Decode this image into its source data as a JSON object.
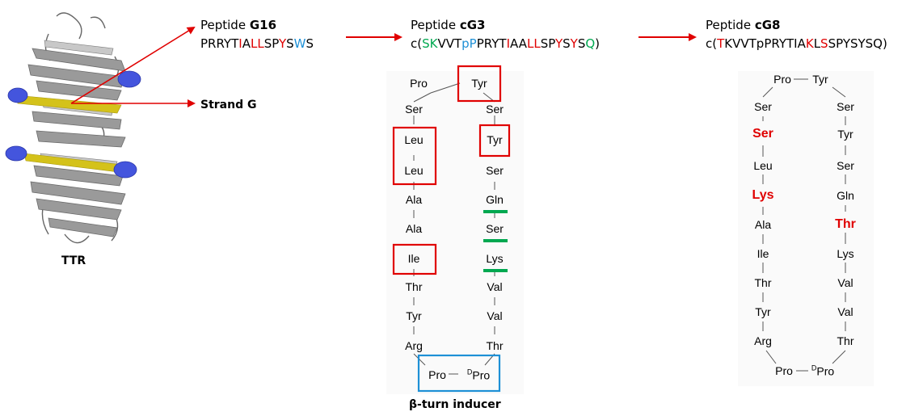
{
  "peptide_g16": {
    "prefix": "Peptide ",
    "name": "G16",
    "sequence": [
      {
        "t": "PRRYT",
        "c": ""
      },
      {
        "t": "I",
        "c": "r"
      },
      {
        "t": "A",
        "c": ""
      },
      {
        "t": "LL",
        "c": "r"
      },
      {
        "t": "SP",
        "c": ""
      },
      {
        "t": "Y",
        "c": "r"
      },
      {
        "t": "S",
        "c": ""
      },
      {
        "t": "W",
        "c": "b"
      },
      {
        "t": "S",
        "c": ""
      }
    ]
  },
  "peptide_cg3": {
    "prefix": "Peptide ",
    "name": "cG3",
    "sequence": [
      {
        "t": "c(",
        "c": ""
      },
      {
        "t": "SK",
        "c": "g"
      },
      {
        "t": "VVT",
        "c": ""
      },
      {
        "t": "pP",
        "c": "b"
      },
      {
        "t": "PRYT",
        "c": ""
      },
      {
        "t": "I",
        "c": "r"
      },
      {
        "t": "AA",
        "c": ""
      },
      {
        "t": "LL",
        "c": "r"
      },
      {
        "t": "SP",
        "c": ""
      },
      {
        "t": "Y",
        "c": "r"
      },
      {
        "t": "S",
        "c": ""
      },
      {
        "t": "Y",
        "c": "r"
      },
      {
        "t": "S",
        "c": ""
      },
      {
        "t": "Q",
        "c": "g"
      },
      {
        "t": ")",
        "c": ""
      }
    ]
  },
  "peptide_cg8": {
    "prefix": "Peptide ",
    "name": "cG8",
    "sequence": [
      {
        "t": "c(",
        "c": ""
      },
      {
        "t": "T",
        "c": "r"
      },
      {
        "t": "KVVTpPRYTIA",
        "c": ""
      },
      {
        "t": "K",
        "c": "r"
      },
      {
        "t": "L",
        "c": ""
      },
      {
        "t": "S",
        "c": "r"
      },
      {
        "t": "SPYSYSQ)",
        "c": ""
      }
    ]
  },
  "labels": {
    "strand_g": "Strand G",
    "ttr": "TTR",
    "beta_turn": "β-turn inducer",
    "d_superscript": "D"
  },
  "cg3_diagram": {
    "top": [
      "Pro",
      "Tyr"
    ],
    "left": [
      "Ser",
      "Leu",
      "Leu",
      "Ala",
      "Ala",
      "Ile",
      "Thr",
      "Tyr",
      "Arg"
    ],
    "right": [
      "Ser",
      "Tyr",
      "Ser",
      "Gln",
      "Ser",
      "Lys",
      "Val",
      "Val",
      "Thr"
    ],
    "bottom": [
      "Pro",
      "Pro"
    ],
    "boxed_red": [
      "Tyr-top",
      "Leu-1",
      "Leu-2",
      "Ile",
      "Tyr-right"
    ],
    "boxed_blue": "bottom"
  },
  "cg8_diagram": {
    "top": [
      "Pro",
      "Tyr"
    ],
    "left": [
      "Ser",
      "Ser",
      "Leu",
      "Lys",
      "Ala",
      "Ile",
      "Thr",
      "Tyr",
      "Arg"
    ],
    "right": [
      "Ser",
      "Tyr",
      "Ser",
      "Gln",
      "Thr",
      "Lys",
      "Val",
      "Val",
      "Thr"
    ],
    "bottom": [
      "Pro",
      "Pro"
    ],
    "highlighted_red": [
      "left-1",
      "left-3",
      "right-4"
    ]
  },
  "colors": {
    "red": "#e00000",
    "green": "#00a850",
    "blue": "#1e90d6",
    "helix": "#4455dd",
    "strand_g": "#d4c21a"
  }
}
